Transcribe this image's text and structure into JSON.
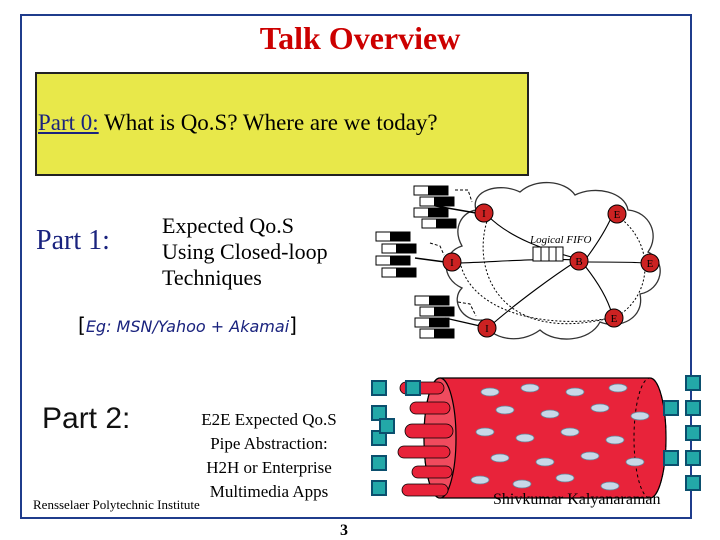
{
  "slide": {
    "title": "Talk Overview",
    "part0": {
      "label": "Part 0:",
      "text": "What is Qo.S? Where are we today?"
    },
    "part1": {
      "label": "Part 1:",
      "description_lines": [
        "Expected Qo.S",
        "Using Closed-loop",
        "Techniques"
      ],
      "example": "Eg: MSN/Yahoo + Akamai",
      "bracket_open": "[",
      "bracket_close": "]"
    },
    "part2": {
      "label": "Part 2:",
      "description_lines": [
        "E2E Expected Qo.S",
        "Pipe Abstraction:",
        "H2H or Enterprise",
        "Multimedia Apps"
      ]
    },
    "footer": {
      "left": "Rensselaer Polytechnic Institute",
      "right": "Shivkumar Kalyanaraman",
      "page_number": "3"
    }
  },
  "network_diagram": {
    "ingress_label": "I",
    "egress_label": "E",
    "bottleneck_label": "B",
    "logical_label": "Logical FIFO"
  },
  "colors": {
    "title": "#cc0000",
    "part0_background": "#e8e84a",
    "frame_border": "#1f3c8c",
    "node_fill": "#cc2222",
    "pipe_red": "#e8233a",
    "host_teal": "#23a8a8"
  }
}
